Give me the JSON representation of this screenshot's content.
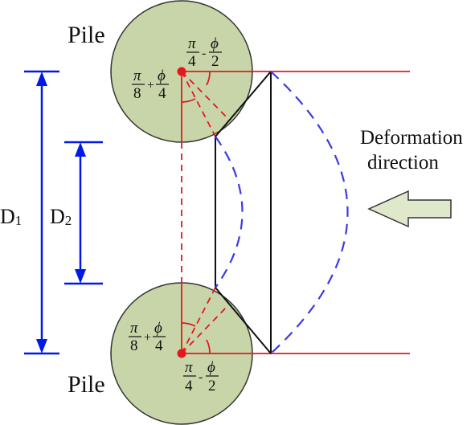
{
  "labels": {
    "pile_top": "Pile",
    "pile_bottom": "Pile",
    "d1_main": "D",
    "d1_sub": "1",
    "d2_main": "D",
    "d2_sub": "2",
    "deformation_line1": "Deformation",
    "deformation_line2": "direction"
  },
  "angles": {
    "a_num_left": "π",
    "a_den_left": "8",
    "a_plus": "+",
    "a_num_right": "ϕ",
    "a_den_right": "4",
    "b_num_left": "π",
    "b_den_left": "4",
    "b_minus": "-",
    "b_num_right": "ϕ",
    "b_den_right": "2"
  },
  "colors": {
    "pile_fill": "#c8d5a8",
    "red": "#e3181f",
    "blue": "#0019e6",
    "dashed_blue": "#3a3ae6",
    "arrow_fill": "#e0e8cc",
    "outline": "#111111"
  }
}
